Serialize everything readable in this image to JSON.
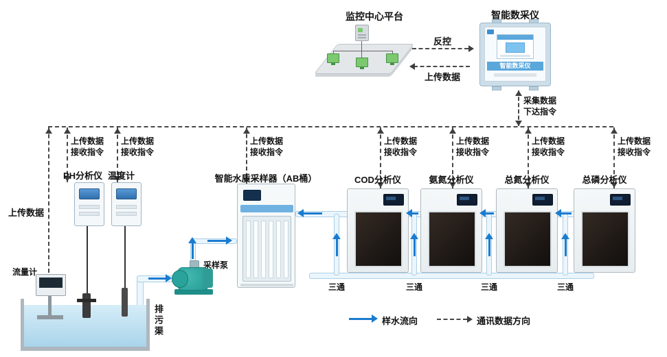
{
  "header": {
    "platform_label": "监控中心平台",
    "collector_label": "智能数采仪",
    "reverse_control_label": "反控",
    "upload_data_label": "上传数据",
    "collect_data_label": "采集数据",
    "send_command_label": "下达指令"
  },
  "collector_device": {
    "band_text": "智能数采仪"
  },
  "left_branch": {
    "upload_label": "上传数据"
  },
  "comm_columns": [
    {
      "up": "上传数据",
      "down": "接收指令"
    },
    {
      "up": "上传数据",
      "down": "接收指令"
    },
    {
      "up": "上传数据",
      "down": "接收指令"
    },
    {
      "up": "上传数据",
      "down": "接收指令"
    },
    {
      "up": "上传数据",
      "down": "接收指令"
    },
    {
      "up": "上传数据",
      "down": "接收指令"
    },
    {
      "up": "上传数据",
      "down": "接收指令"
    }
  ],
  "devices": {
    "ph_label": "PH分析仪",
    "thermometer_label": "温度计",
    "sampler_label": "智能水质采样器（AB桶）",
    "cod_label": "COD分析仪",
    "ammonia_label": "氨氮分析仪",
    "total_nitrogen_label": "总氮分析仪",
    "total_phosphorus_label": "总磷分析仪",
    "flow_meter_label": "流量计",
    "pump_label": "采样泵",
    "channel_label": "排污渠"
  },
  "pipes": {
    "tee_label": "三通"
  },
  "legend": {
    "water_flow": "样水流向",
    "comm_direction": "通讯数据方向"
  },
  "colors": {
    "flow_arrow": "#1a7cd0",
    "comm_line": "#474747",
    "water": "#bfe2f2",
    "accent_blue": "#5aa7dc"
  }
}
